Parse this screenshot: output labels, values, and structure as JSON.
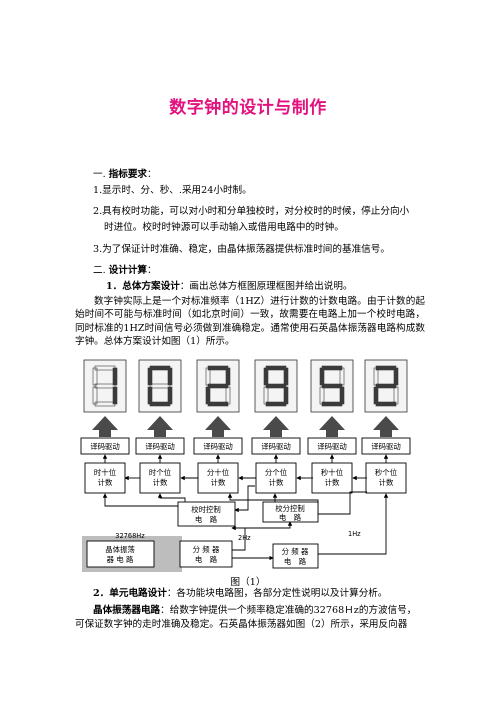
{
  "title": "数字钟的设计与制作",
  "section1": {
    "num": "一.",
    "head": "指标要求",
    "colon": "：",
    "items": [
      "1.显示时、分、秒、.采用24小时制。",
      "2.具有校时功能，可以对小时和分单独校时，对分校时的时候，停止分向小",
      "时进位。校时时钟源可以手动输入或借用电路中的时钟。",
      "3.为了保证计时准确、稳定，由晶体振荡器提供标准时间的基准信号。"
    ]
  },
  "section2": {
    "num": "二.",
    "head": "设计计算",
    "colon": "：",
    "sub1_head": "1．总体方案设计",
    "sub1_text": "：画出总体方框图原理框图并给出说明。",
    "para": "数字钟实际上是一个对标准频率（1HZ）进行计数的计数电路。由于计数的起始时间不可能与标准时间（如北京时间）一致，故需要在电路上加一个校时电路，同时标准的1HZ时间信号必须做到准确稳定。通常使用石英晶体振荡器电路构成数字钟。总体方案设计如图（1）所示。",
    "sub2_head": "2．单元电路设计",
    "sub2_text": "：各功能块电路图，各部分定性说明以及计算分析。",
    "crystal_head": "晶体振荡器电路",
    "crystal_text1": "：给数字钟提供一个频率稳定准确的32768Ｈz的方波信号，",
    "crystal_text2": "可保证数字钟的走时准确及稳定。石英晶体振荡器如图（2）所示，采用反向器"
  },
  "figure": {
    "digits": [
      "1",
      "0",
      "2",
      "9",
      "5",
      "2"
    ],
    "decoders": [
      "译码驱动",
      "译码驱动",
      "译码驱动",
      "译码驱动",
      "译码驱动",
      "译码驱动"
    ],
    "counters": [
      [
        "时十位",
        "计数"
      ],
      [
        "时个位",
        "计数"
      ],
      [
        "分十位",
        "计数"
      ],
      [
        "分个位",
        "计数"
      ],
      [
        "秒十位",
        "计数"
      ],
      [
        "秒个位",
        "计数"
      ]
    ],
    "hour_ctrl": [
      "校时控制",
      "电　路"
    ],
    "min_ctrl": [
      "校分控制",
      "电　路"
    ],
    "osc": [
      "晶体振荡",
      "器 电 路"
    ],
    "div1": [
      "分 频 器",
      "电　路"
    ],
    "div2": [
      "分 频 器",
      "电　路"
    ],
    "freq_osc": "32768Hz",
    "freq_2": "2Hz",
    "freq_1": "1Hz",
    "caption": "图（1）",
    "colors": {
      "segment": "#3a3a3a",
      "arrow": "#4a4a4a",
      "shade": "#bdbdbd"
    }
  }
}
